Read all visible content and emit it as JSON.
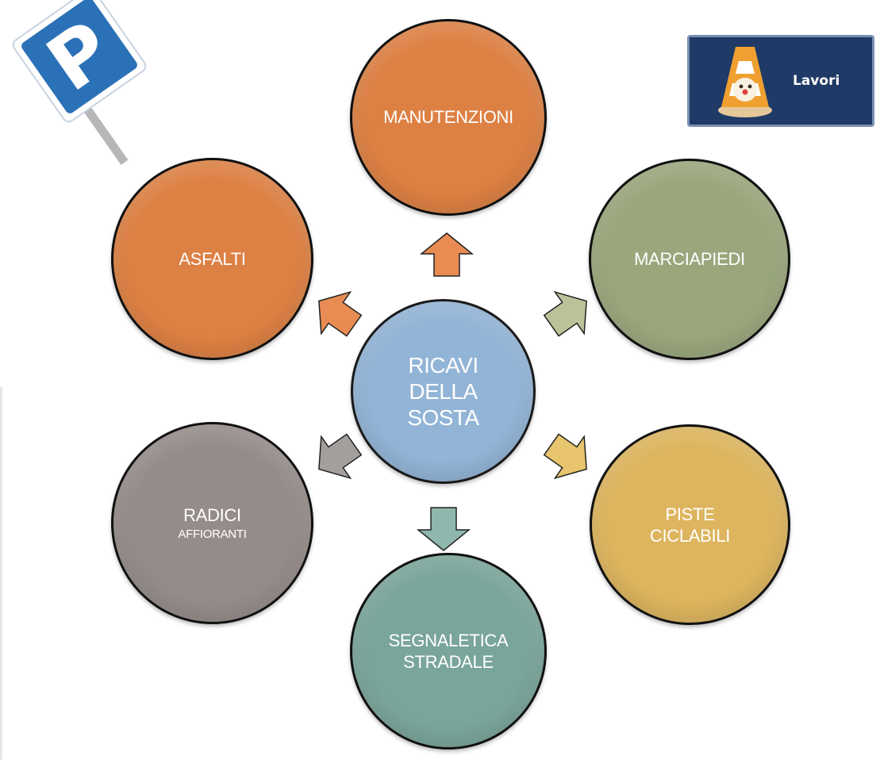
{
  "center": {
    "lines": [
      "RICAVI",
      "DELLA",
      "SOSTA"
    ],
    "color": "#92b4d6"
  },
  "nodes": {
    "manutenzioni": {
      "lines": [
        "MANUTENZIONI"
      ],
      "color": "#dd8043"
    },
    "marciapiedi": {
      "lines": [
        "MARCIAPIEDI"
      ],
      "color": "#9aa77c"
    },
    "piste": {
      "lines": [
        "PISTE",
        "CICLABILI"
      ],
      "color": "#ddb55e"
    },
    "segnaletica": {
      "lines": [
        "SEGNALETICA",
        "STRADALE"
      ],
      "color": "#7aa59a"
    },
    "radici": {
      "lines": [
        "RADICI",
        "AFFIORANTI"
      ],
      "color": "#958c89"
    },
    "asfalti": {
      "lines": [
        "ASFALTI"
      ],
      "color": "#dd8043"
    }
  },
  "badge": {
    "label": "Lavori",
    "bg_color": "#1f3a66"
  },
  "sign": {
    "letter": "P",
    "color": "#2b71b7"
  },
  "icons": [
    "parking-sign-icon",
    "traffic-cone-icon"
  ]
}
